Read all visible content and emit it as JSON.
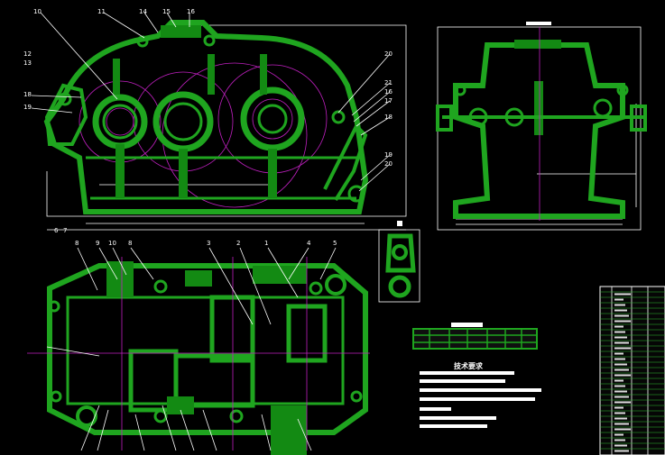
{
  "front_view": {
    "balloons": [
      "10",
      "11",
      "14",
      "15",
      "16",
      "12",
      "13",
      "18",
      "19",
      "20",
      "21",
      "16",
      "17",
      "18",
      "19",
      "20"
    ]
  },
  "plan_view": {
    "balloons": [
      "8",
      "9",
      "10",
      "8",
      "3",
      "2",
      "1",
      "4",
      "5",
      "6",
      "7"
    ]
  },
  "tech_requirements": {
    "title": "技术要求"
  }
}
